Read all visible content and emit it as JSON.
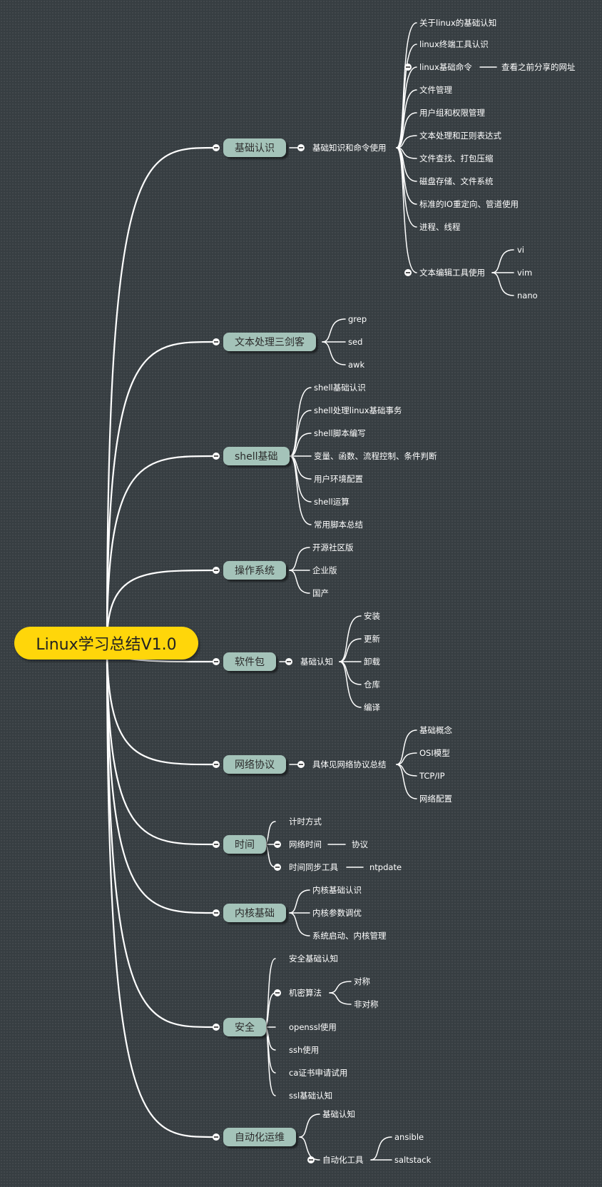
{
  "root": "Linux学习总结V1.0",
  "branches": {
    "basics": {
      "label": "基础认识",
      "sub": "基础知识和命令使用",
      "items": [
        "关于linux的基础认知",
        "linux终端工具认识",
        "linux基础命令",
        "文件管理",
        "用户组和权限管理",
        "文本处理和正则表达式",
        "文件查找、打包压缩",
        "磁盘存储、文件系统",
        "标准的IO重定向、管道使用",
        "进程、线程",
        "文本编辑工具使用"
      ],
      "commands_note": "查看之前分享的网址",
      "editors": [
        "vi",
        "vim",
        "nano"
      ]
    },
    "text": {
      "label": "文本处理三剑客",
      "items": [
        "grep",
        "sed",
        "awk"
      ]
    },
    "shell": {
      "label": "shell基础",
      "items": [
        "shell基础认识",
        "shell处理linux基础事务",
        "shell脚本编写",
        "变量、函数、流程控制、条件判断",
        "用户环境配置",
        "shell运算",
        "常用脚本总结"
      ]
    },
    "os": {
      "label": "操作系统",
      "items": [
        "开源社区版",
        "企业版",
        "国产"
      ]
    },
    "pkg": {
      "label": "软件包",
      "sub": "基础认知",
      "items": [
        "安装",
        "更新",
        "卸载",
        "仓库",
        "编译"
      ]
    },
    "net": {
      "label": "网络协议",
      "sub": "具体见网络协议总结",
      "items": [
        "基础概念",
        "OSI模型",
        "TCP/IP",
        "网络配置"
      ]
    },
    "time": {
      "label": "时间",
      "items": [
        "计时方式",
        "网络时间",
        "时间同步工具"
      ],
      "net_time_note": "协议",
      "sync_tool_note": "ntpdate"
    },
    "kernel": {
      "label": "内核基础",
      "items": [
        "内核基础认识",
        "内核参数调优",
        "系统启动、内核管理"
      ]
    },
    "security": {
      "label": "安全",
      "items": [
        "安全基础认知",
        "机密算法",
        "openssl使用",
        "ssh使用",
        "ca证书申请试用",
        "ssl基础认知"
      ],
      "crypto": [
        "对称",
        "非对称"
      ]
    },
    "automation": {
      "label": "自动化运维",
      "items": [
        "基础认知",
        "自动化工具"
      ],
      "tools": [
        "ansible",
        "saltstack"
      ]
    }
  }
}
